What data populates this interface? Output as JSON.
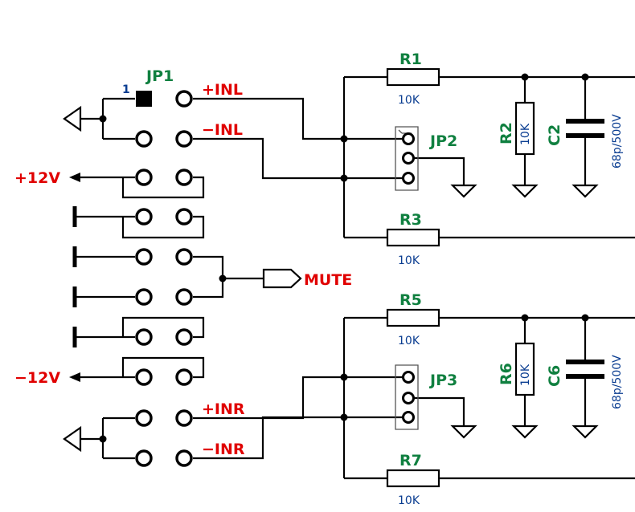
{
  "jumpers": {
    "jp1": {
      "ref": "JP1",
      "pin1": "1"
    },
    "jp2": {
      "ref": "JP2"
    },
    "jp3": {
      "ref": "JP3"
    }
  },
  "nets": {
    "inl_pos": "+INL",
    "inl_neg": "−INL",
    "inr_pos": "+INR",
    "inr_neg": "−INR",
    "p12v": "+12V",
    "n12v": "−12V",
    "mute": "MUTE"
  },
  "resistors": {
    "r1": {
      "ref": "R1",
      "value": "10K"
    },
    "r2": {
      "ref": "R2",
      "value": "10K"
    },
    "r3": {
      "ref": "R3",
      "value": "10K"
    },
    "r5": {
      "ref": "R5",
      "value": "10K"
    },
    "r6": {
      "ref": "R6",
      "value": "10K"
    },
    "r7": {
      "ref": "R7",
      "value": "10K"
    }
  },
  "capacitors": {
    "c2": {
      "ref": "C2",
      "value": "68p/500V"
    },
    "c6": {
      "ref": "C6",
      "value": "68p/500V"
    }
  },
  "colors": {
    "wire": "#000000",
    "net_label": "#e00000",
    "reference": "#108040",
    "value": "#0a3d91"
  }
}
